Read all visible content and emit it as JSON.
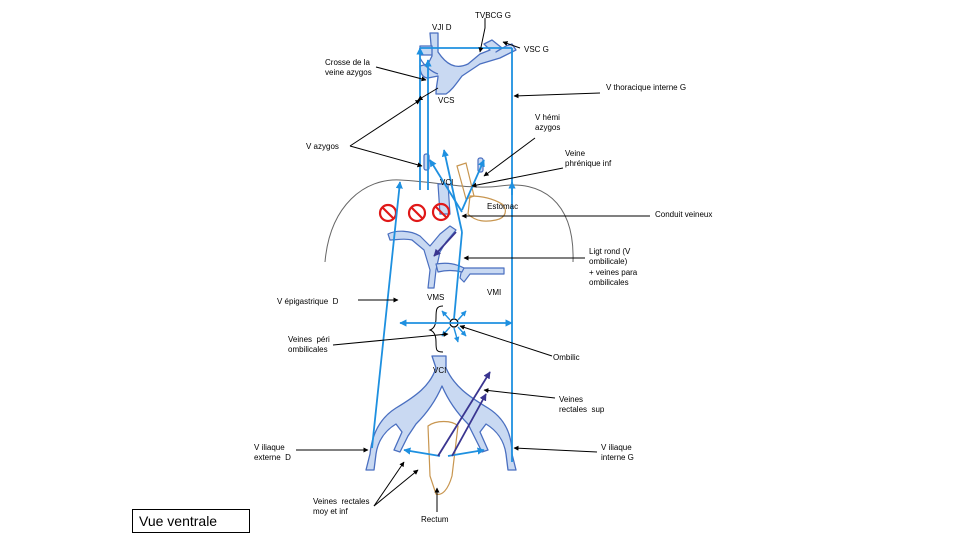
{
  "labels": {
    "vjiD": "VJI D",
    "tvbcgG": "TVBCG G",
    "vscG": "VSC G",
    "crosse": "Crosse de la\nveine azygos",
    "vcs": "VCS",
    "vThoraciqueInterneG": "V thoracique interne G",
    "vHemiAzygos": "V hémi\nazygos",
    "vAzygos": "V azygos",
    "veinePhreniqueInf": "Veine\nphrénique inf",
    "vciTop": "VCI",
    "estomac": "Estomac",
    "conduitVeineux": "Conduit veineux",
    "ligtRond": "Ligt rond (V\nombilicale)",
    "veinesParaOmbilicales": "+ veines para\nombilicales",
    "vmi": "VMI",
    "vms": "VMS",
    "vEpigastriqueD": "V épigastrique  D",
    "veinesPeriOmbilicales": "Veines  péri\nombilicales",
    "ombilic": "Ombilic",
    "vciBottom": "VCI",
    "veinesRectalesSup": "Veines\nrectales  sup",
    "vIliaqueExterneD": "V iliaque\nexterne  D",
    "vIliaqueInterneG": "V iliaque\ninterne G",
    "veinesRectalesMoyInf": "Veines  rectales\nmoy et inf",
    "rectum": "Rectum"
  },
  "caption": "Vue ventrale",
  "colors": {
    "vein": "#4a6fc0",
    "veinFill": "#c9d9f2",
    "flow": "#1e90e0",
    "deepArrow": "#3a3590",
    "organ": "#c89650",
    "outline": "#666666",
    "stop": "#e01818"
  }
}
